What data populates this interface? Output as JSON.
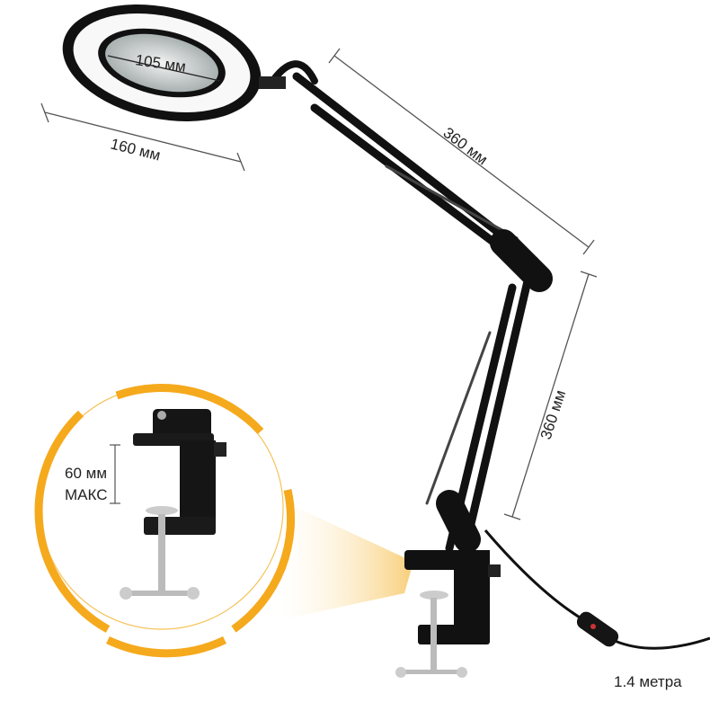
{
  "dimensions": {
    "lens_diameter": "105 мм",
    "head_width": "160 мм",
    "upper_arm": "360 мм",
    "lower_arm": "360 мм",
    "clamp_opening_value": "60 мм",
    "clamp_opening_note": "МАКС",
    "cable_length": "1.4 метра"
  },
  "colors": {
    "accent": "#F5A91C",
    "lamp": "#111111",
    "glow": "#FBE3A8"
  }
}
